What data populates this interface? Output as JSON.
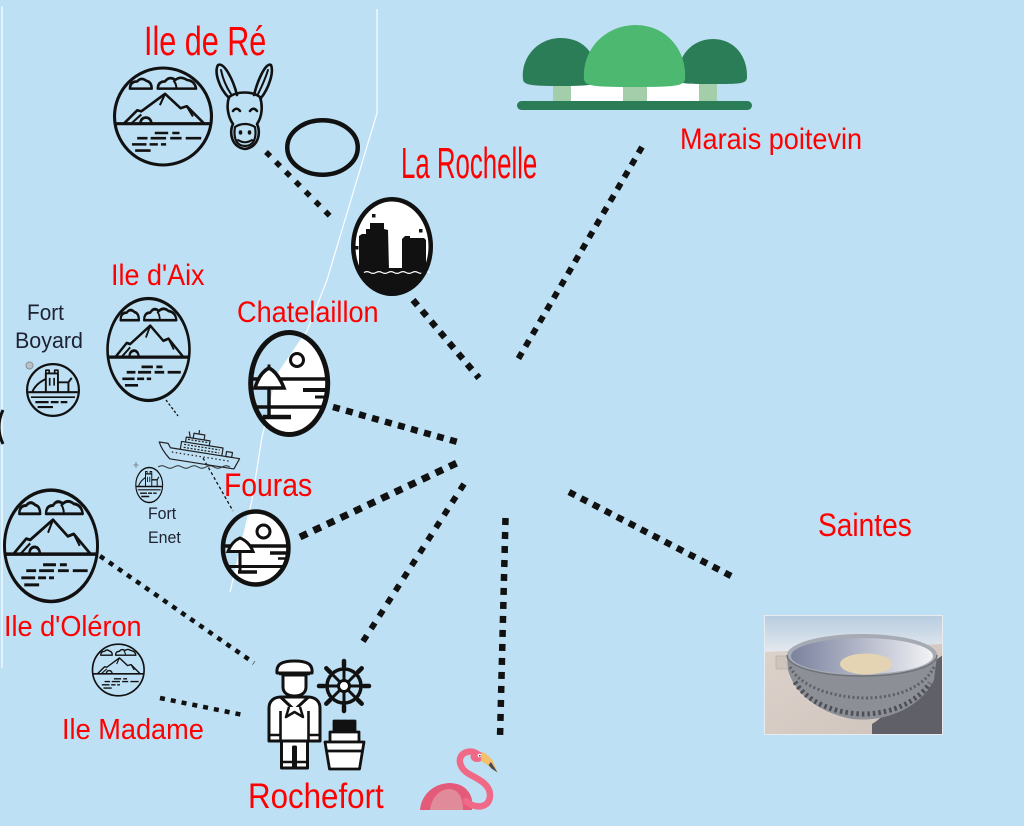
{
  "colors": {
    "background": "#BEE0F4",
    "label_red": "#FF0000",
    "label_dark": "#1E2232",
    "outline": "#111111",
    "coastline": "#FFFFFF",
    "icon_fill": "#FFFFFF",
    "tree_dark": "#2B7D57",
    "tree_light": "#4DB870",
    "tree_trunk": "#A4CEA9",
    "flamingo_neck": "#F06A88",
    "flamingo_body": "#E45B79",
    "flamingo_wing": "#E08A9A",
    "beak_yellow": "#F3C16A",
    "beak_tip": "#4A4A55"
  },
  "places": {
    "ile_de_re": {
      "label": "Ile de Ré",
      "icons": [
        "island-icon",
        "donkey-icon"
      ]
    },
    "la_rochelle": {
      "label": "La Rochelle",
      "icons": [
        "towers-icon"
      ]
    },
    "marais_poitevin": {
      "label": "Marais poitevin",
      "icons": [
        "trees-icon"
      ]
    },
    "ile_d_aix": {
      "label": "Ile d'Aix",
      "icons": [
        "island-icon"
      ]
    },
    "fort_boyard": {
      "label_lines": [
        "Fort",
        "Boyard"
      ],
      "icons": [
        "fort-icon"
      ]
    },
    "chatelaillon": {
      "label": "Chatelaillon",
      "icons": [
        "beach-umbrella-icon"
      ]
    },
    "fort_enet": {
      "label_lines": [
        "Fort",
        "Enet"
      ],
      "icons": [
        "fort-icon"
      ]
    },
    "fouras": {
      "label": "Fouras",
      "icons": [
        "beach-umbrella-icon"
      ]
    },
    "ile_d_oleron": {
      "label": "Ile d'Oléron",
      "icons": [
        "island-icon"
      ]
    },
    "ile_madame": {
      "label": "Ile Madame",
      "icons": [
        "island-icon"
      ]
    },
    "rochefort": {
      "label": "Rochefort",
      "icons": [
        "sailor-icon",
        "ship-wheel-icon",
        "cruise-ship-icon"
      ]
    },
    "saintes": {
      "label": "Saintes",
      "icons": [
        "amphitheater-photo"
      ]
    }
  },
  "decorations": [
    "ferry-boat-icon",
    "flamingo-icon",
    "ellipse-marker",
    "dotted-route-lines",
    "coastline-lines"
  ]
}
